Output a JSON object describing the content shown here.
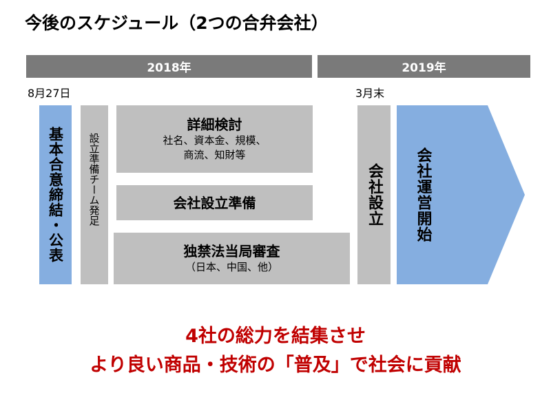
{
  "title": "今後のスケジュール（2つの合弁会社）",
  "timeline": {
    "years": [
      {
        "label": "2018年"
      },
      {
        "label": "2019年"
      }
    ],
    "dates": [
      {
        "label": "8月27日"
      },
      {
        "label": "3月末"
      }
    ]
  },
  "steps": {
    "basic_agreement": {
      "label": "基本合意締結・公表"
    },
    "setup_team": {
      "label": "設立準備チーム発足"
    },
    "detailed_review": {
      "title": "詳細検討",
      "details_line1": "社名、資本金、規模、",
      "details_line2": "商流、知財等"
    },
    "company_prep": {
      "title": "会社設立準備"
    },
    "antitrust_review": {
      "title": "独禁法当局審査",
      "details": "（日本、中国、他）"
    },
    "establishment": {
      "label": "会社設立"
    },
    "operations_start": {
      "label": "会社運営開始"
    }
  },
  "tagline": {
    "line1": "4社の総力を結集させ",
    "line2": "より良い商品・技術の「普及」で社会に貢献"
  },
  "colors": {
    "year_bar": "#7a7a7a",
    "gray_box": "#bfbfbf",
    "blue_box": "#85aee0",
    "tagline": "#c00000"
  }
}
